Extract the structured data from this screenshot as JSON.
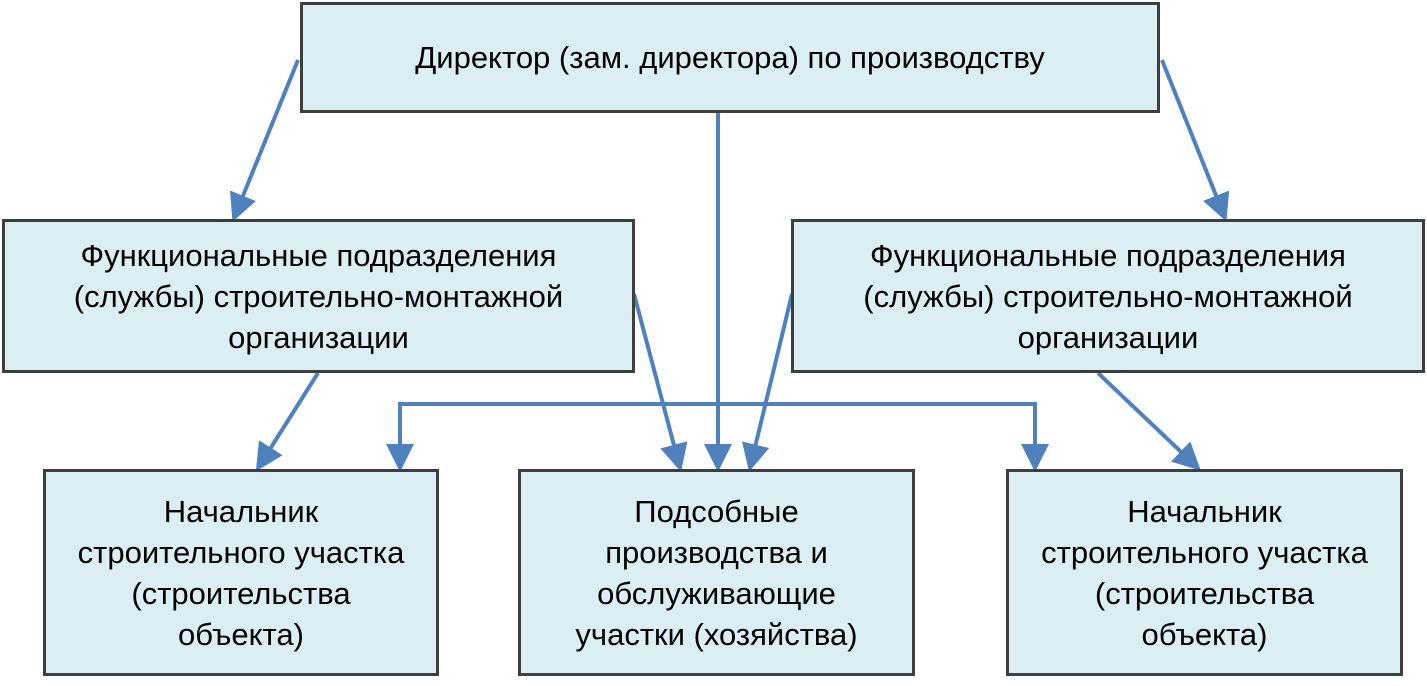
{
  "colors": {
    "box_fill": "#dbeef4",
    "box_border": "#3e3e3e",
    "arrow": "#4f81bd",
    "text": "#000000"
  },
  "boxes": {
    "director": "Директор (зам. директора) по производству",
    "functional_left": "Функциональные подразделения\n(службы) строительно-монтажной\nорганизации",
    "functional_right": "Функциональные подразделения\n(службы) строительно-монтажной\nорганизации",
    "site_manager_left": "Начальник\nстроительного участка\n(строительства\nобъекта)",
    "auxiliary": "Подсобные\nпроизводства и\nобслуживающие\nучастки (хозяйства)",
    "site_manager_right": "Начальник\nстроительного участка\n(строительства\nобъекта)"
  }
}
